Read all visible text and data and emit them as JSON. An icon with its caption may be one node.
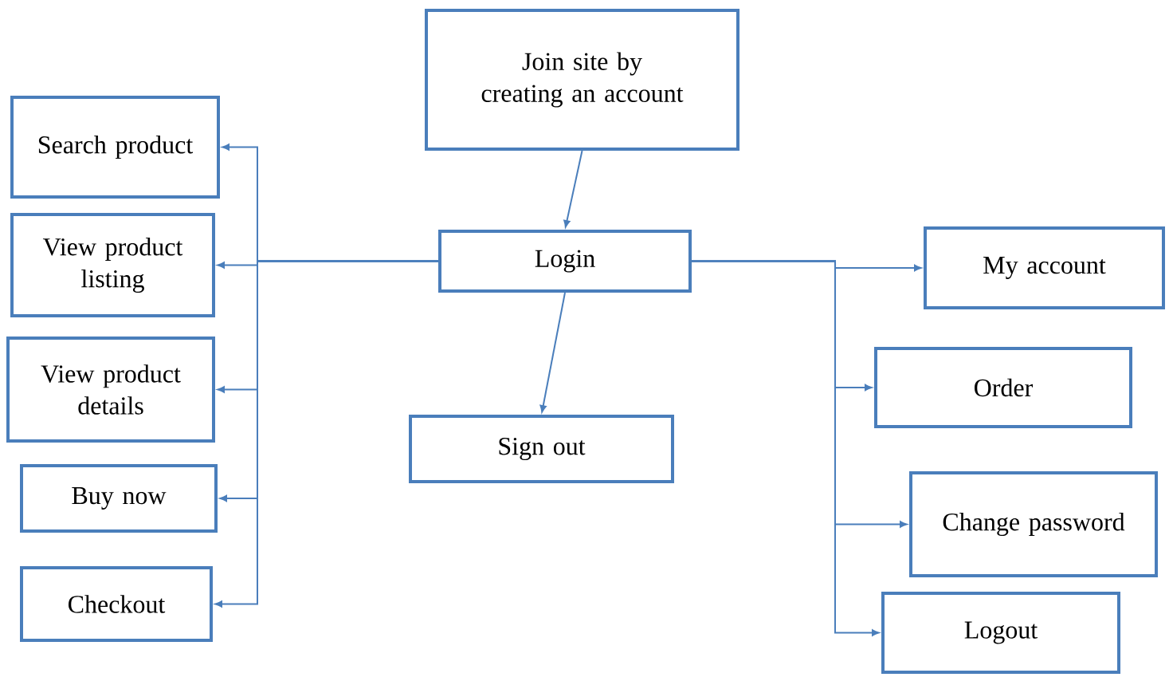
{
  "diagram": {
    "nodes": [
      {
        "text": [
          "Join site by creating an account"
        ]
      },
      {
        "text": [
          "Search product"
        ]
      },
      {
        "text": [
          "View product listing"
        ]
      },
      {
        "text": [
          "View product details"
        ]
      },
      {
        "text": [
          "Buy now"
        ]
      },
      {
        "text": [
          "Checkout"
        ]
      },
      {
        "text": [
          "Login"
        ]
      },
      {
        "text": [
          "Sign out"
        ]
      },
      {
        "text": [
          "My account"
        ]
      },
      {
        "text": [
          "Order"
        ]
      },
      {
        "text": [
          "Change password"
        ]
      },
      {
        "text": [
          "Logout"
        ]
      }
    ],
    "edges": [
      {
        "from": 0,
        "to": 6,
        "arrow": "to"
      },
      {
        "from": 6,
        "to": 1,
        "arrow": "to"
      },
      {
        "from": 6,
        "to": 2,
        "arrow": "to"
      },
      {
        "from": 6,
        "to": 3,
        "arrow": "to"
      },
      {
        "from": 6,
        "to": 4,
        "arrow": "to"
      },
      {
        "from": 6,
        "to": 5,
        "arrow": "to"
      },
      {
        "from": 6,
        "to": 7,
        "arrow": "to"
      },
      {
        "from": 6,
        "to": 8,
        "arrow": "to"
      },
      {
        "from": 6,
        "to": 9,
        "arrow": "to"
      },
      {
        "from": 6,
        "to": 10,
        "arrow": "to"
      },
      {
        "from": 6,
        "to": 11,
        "arrow": "to"
      }
    ]
  }
}
